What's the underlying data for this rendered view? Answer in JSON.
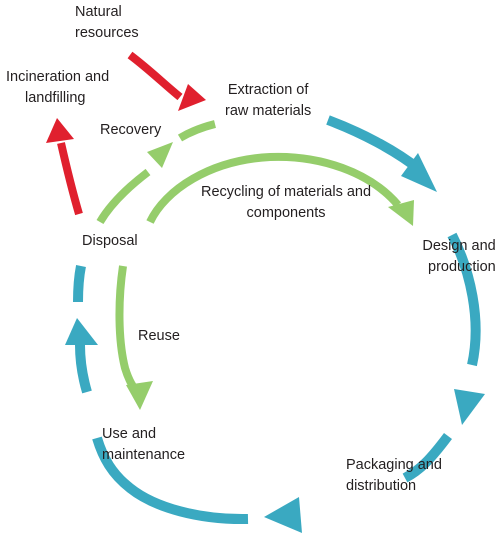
{
  "colors": {
    "blue": "#3aa9c1",
    "green": "#95cd6b",
    "red": "#e0202e",
    "text": "#231f20"
  },
  "stages": {
    "natural_resources": [
      "Natural",
      "resources"
    ],
    "extraction": [
      "Extraction of",
      "raw materials"
    ],
    "design": [
      "Design and",
      "production"
    ],
    "packaging": [
      "Packaging and",
      "distribution"
    ],
    "use": [
      "Use and",
      "maintenance"
    ],
    "disposal": "Disposal",
    "incineration": [
      "Incineration and",
      "landfilling"
    ]
  },
  "flows": {
    "recovery": "Recovery",
    "recycling": [
      "Recycling of materials and",
      "components"
    ],
    "reuse": "Reuse"
  }
}
